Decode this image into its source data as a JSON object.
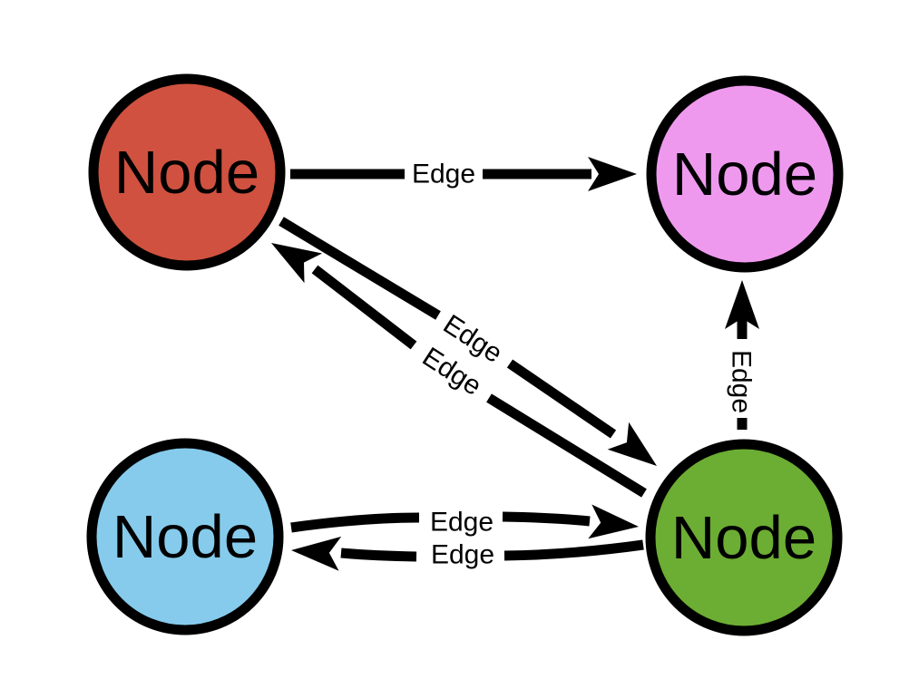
{
  "diagram": {
    "background_color": "#ffffff",
    "line_color": "#000000",
    "text_color": "#000000",
    "nodes": [
      {
        "id": "top-left",
        "label": "Node",
        "fill": "#d0513f",
        "border_color": "#000000"
      },
      {
        "id": "top-right",
        "label": "Node",
        "fill": "#ee99ee",
        "border_color": "#000000"
      },
      {
        "id": "bottom-left",
        "label": "Node",
        "fill": "#86cbec",
        "border_color": "#000000"
      },
      {
        "id": "bottom-right",
        "label": "Node",
        "fill": "#6cad33",
        "border_color": "#000000"
      }
    ],
    "edges": [
      {
        "id": "top-left-to-top-right",
        "label": "Edge",
        "from": "top-left",
        "to": "top-right",
        "line_style": "solid"
      },
      {
        "id": "top-left-to-bottom-right",
        "label": "Edge",
        "from": "top-left",
        "to": "bottom-right",
        "line_style": "solid"
      },
      {
        "id": "bottom-right-to-top-left",
        "label": "Edge",
        "from": "bottom-right",
        "to": "top-left",
        "line_style": "solid"
      },
      {
        "id": "bottom-right-to-top-right",
        "label": "Edge",
        "from": "bottom-right",
        "to": "top-right",
        "line_style": "dashed"
      },
      {
        "id": "bottom-left-to-bottom-right",
        "label": "Edge",
        "from": "bottom-left",
        "to": "bottom-right",
        "line_style": "solid"
      },
      {
        "id": "bottom-right-to-bottom-left",
        "label": "Edge",
        "from": "bottom-right",
        "to": "bottom-left",
        "line_style": "solid"
      }
    ]
  }
}
